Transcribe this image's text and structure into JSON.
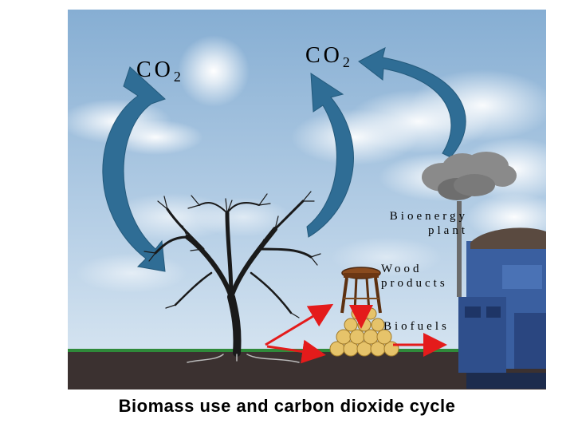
{
  "labels": {
    "co2_left": "CO",
    "co2_left_sub": "2",
    "co2_top": "CO",
    "co2_top_sub": "2",
    "bioenergy_line1": "Bioenergy",
    "bioenergy_line2": "plant",
    "wood_line1": "Wood",
    "wood_line2": "products",
    "biofuels": "Biofuels"
  },
  "caption": "Biomass use and carbon dioxide cycle",
  "colors": {
    "sky_top": "#8fb3d6",
    "sky_bottom": "#dbe8f3",
    "cycle_arrow": "#2f6d95",
    "flow_arrow": "#e41b1b",
    "ground": "#3b3130",
    "grass": "#2f8a3a",
    "plant": "#3a5fa0",
    "logs": "#e6c36a"
  },
  "icons": [
    "tree-icon",
    "stool-icon",
    "log-pile-icon",
    "bioenergy-plant-icon",
    "smoke-cloud-icon",
    "sun-icon"
  ]
}
